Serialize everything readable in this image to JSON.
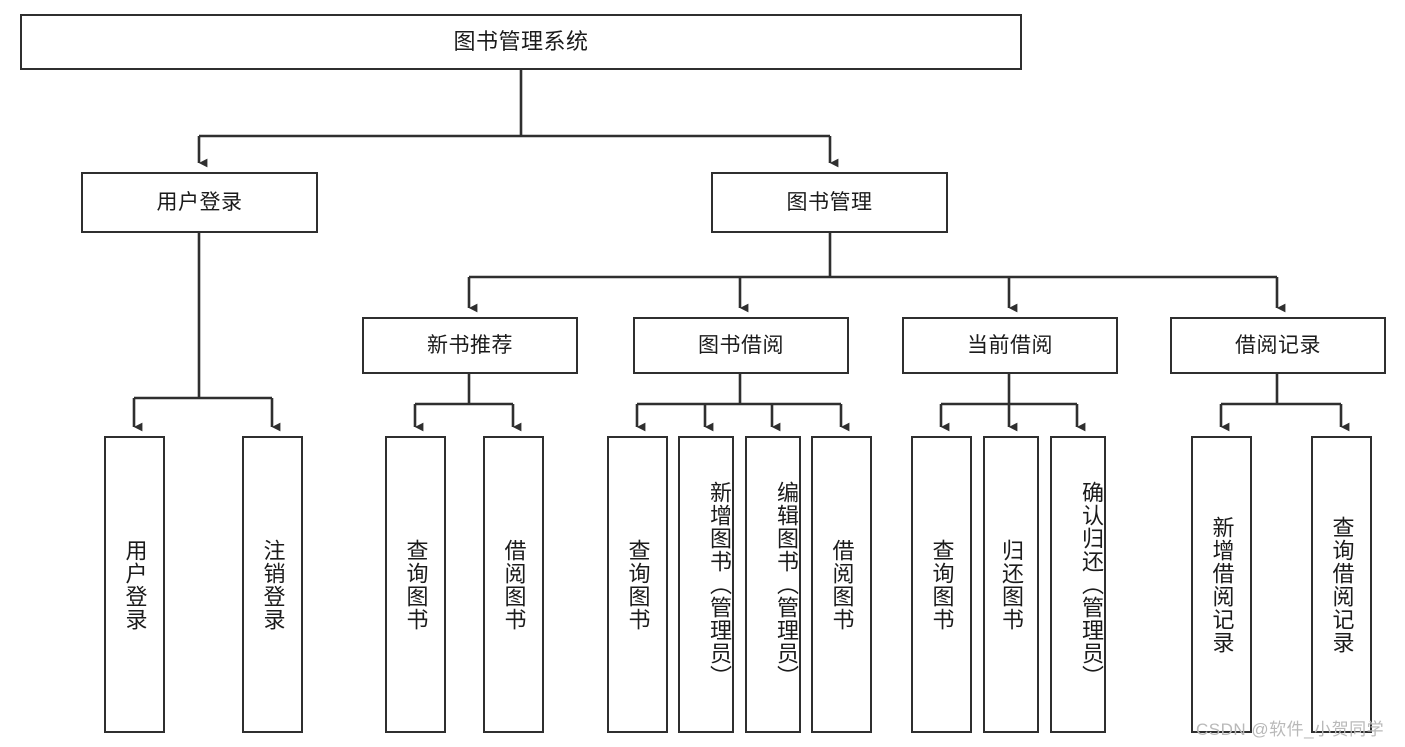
{
  "diagram": {
    "title": "图书管理系统",
    "type": "tree-hierarchy-chart",
    "watermark": "CSDN @软件_小贺同学",
    "colors": {
      "box_border": "#2f2f2f",
      "box_fill": "#ffffff",
      "connector": "#2f2f2f",
      "text": "#1b1b1b",
      "watermark": "#b9b9b9",
      "background": "#ffffff"
    },
    "root": {
      "label": "图书管理系统"
    },
    "level2": [
      {
        "label": "用户登录"
      },
      {
        "label": "图书管理"
      }
    ],
    "level3": [
      {
        "label": "新书推荐"
      },
      {
        "label": "图书借阅"
      },
      {
        "label": "当前借阅"
      },
      {
        "label": "借阅记录"
      }
    ],
    "leaves": {
      "user_login": [
        {
          "label": "用户登录"
        },
        {
          "label": "注销登录"
        }
      ],
      "new_book_recommend": [
        {
          "label": "查询图书"
        },
        {
          "label": "借阅图书"
        }
      ],
      "book_borrow": [
        {
          "label": "查询图书"
        },
        {
          "label": "新增图书（管理员）"
        },
        {
          "label": "编辑图书（管理员）"
        },
        {
          "label": "借阅图书"
        }
      ],
      "current_borrow": [
        {
          "label": "查询图书"
        },
        {
          "label": "归还图书"
        },
        {
          "label": "确认归还（管理员）"
        }
      ],
      "borrow_record": [
        {
          "label": "新增借阅记录"
        },
        {
          "label": "查询借阅记录"
        }
      ]
    }
  }
}
